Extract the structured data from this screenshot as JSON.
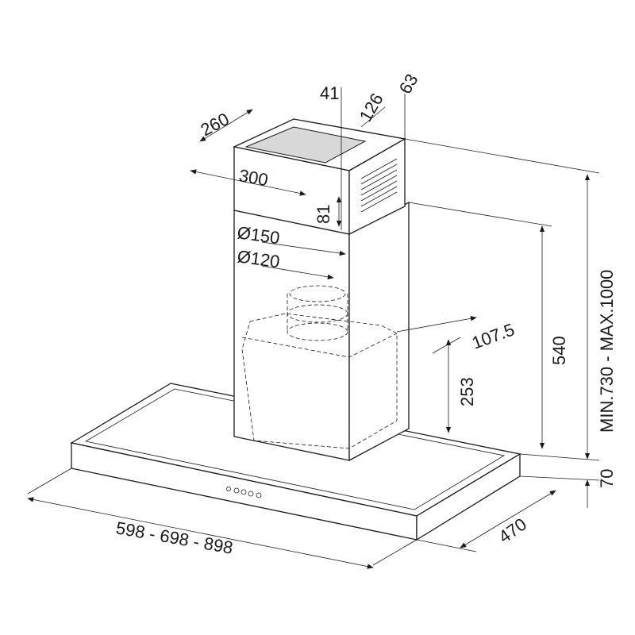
{
  "dimensions": {
    "top_depth": "260",
    "top_width": "300",
    "d41": "41",
    "d126": "126",
    "d63": "63",
    "d81": "81",
    "dia150": "Ø150",
    "dia120": "Ø120",
    "d107_5": "107.5",
    "d253": "253",
    "d540": "540",
    "height_range": "MIN.730 - MAX.1000",
    "d70": "70",
    "depth": "470",
    "widths": "598 - 698 - 898"
  }
}
